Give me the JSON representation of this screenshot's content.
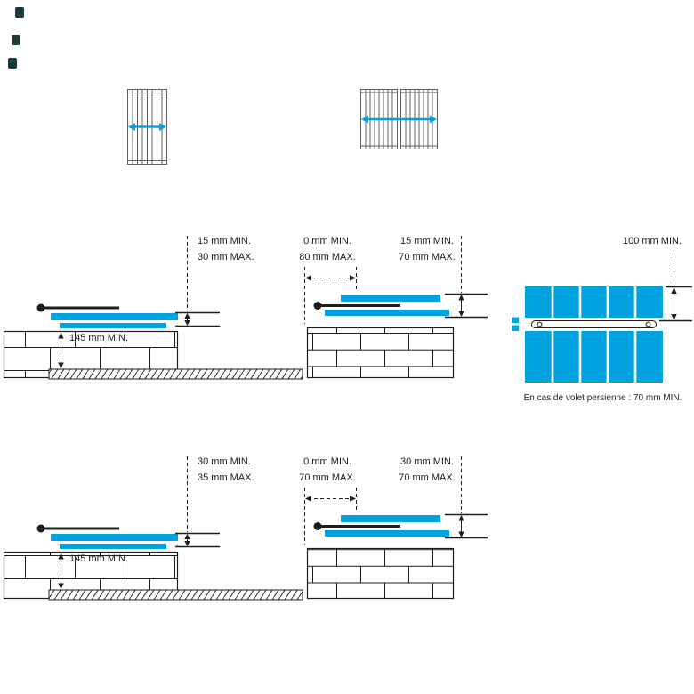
{
  "colors": {
    "accent": "#00a3df",
    "ink": "#1d1d1b"
  },
  "shutter_icons": {
    "single": "single-leaf-shutter-with-width-arrow",
    "double": "double-leaf-shutter-with-width-arrow"
  },
  "labels": {
    "mid_left": {
      "min": "15 mm MIN.",
      "max": "30 mm MAX.",
      "height": "145 mm MIN."
    },
    "mid_right_offset": {
      "min": "0 mm MIN.",
      "max": "80 mm MAX."
    },
    "mid_right_gap": {
      "min": "15 mm MIN.",
      "max": "70 mm MAX."
    },
    "front_view": {
      "dim": "100 mm MIN.",
      "caption": "En cas de volet persienne : 70 mm MIN."
    },
    "bottom_left": {
      "min": "30 mm MIN.",
      "max": "35 mm MAX.",
      "height": "145 mm MIN."
    },
    "bottom_right_offset": {
      "min": "0 mm MIN.",
      "max": "70 mm MAX."
    },
    "bottom_right_gap": {
      "min": "30 mm MIN.",
      "max": "70 mm MAX."
    }
  }
}
